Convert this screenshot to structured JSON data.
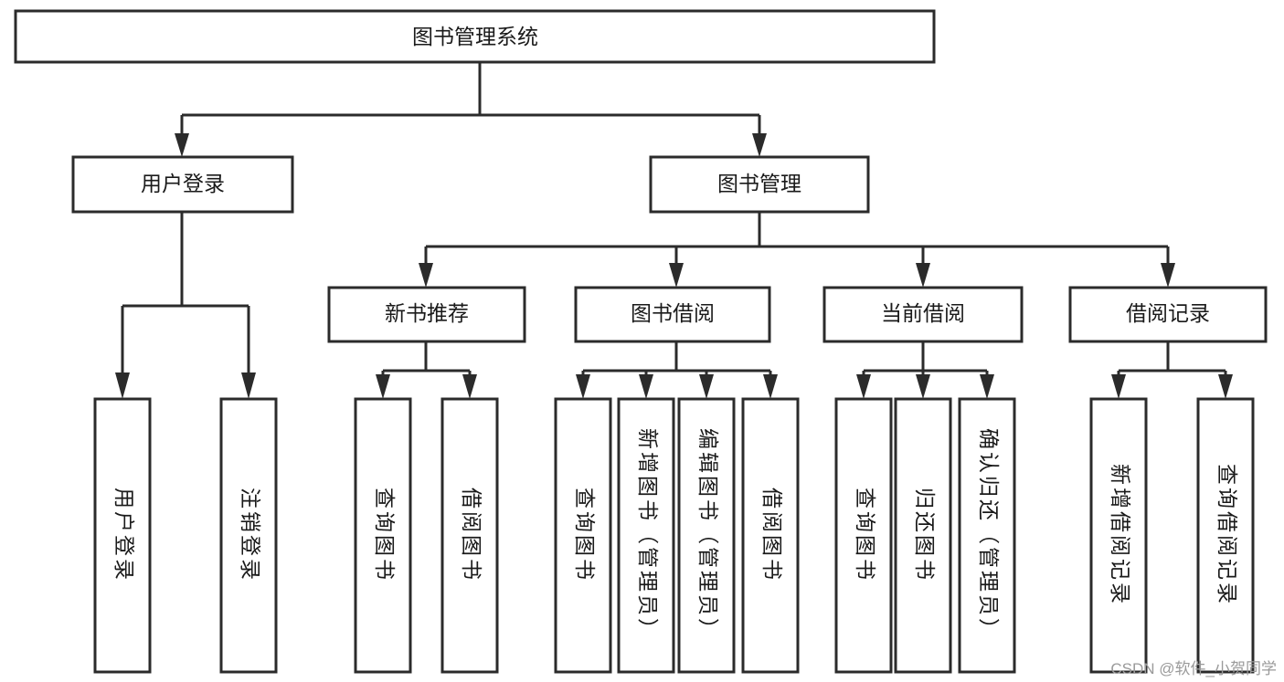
{
  "diagram": {
    "type": "hierarchy-tree",
    "title": "图书管理系统",
    "levels": 4,
    "root": {
      "id": "root",
      "label": "图书管理系统",
      "orientation": "horizontal"
    },
    "level1": [
      {
        "id": "user-login",
        "label": "用户登录",
        "orientation": "horizontal"
      },
      {
        "id": "book-manage",
        "label": "图书管理",
        "orientation": "horizontal"
      }
    ],
    "level2": [
      {
        "id": "new-book-recommend",
        "label": "新书推荐",
        "orientation": "horizontal",
        "parent": "book-manage"
      },
      {
        "id": "book-borrow",
        "label": "图书借阅",
        "orientation": "horizontal",
        "parent": "book-manage"
      },
      {
        "id": "current-borrow",
        "label": "当前借阅",
        "orientation": "horizontal",
        "parent": "book-manage"
      },
      {
        "id": "borrow-record",
        "label": "借阅记录",
        "orientation": "horizontal",
        "parent": "book-manage"
      }
    ],
    "leaves": [
      {
        "id": "leaf-user-login",
        "label": "用户登录",
        "orientation": "vertical",
        "parent": "user-login"
      },
      {
        "id": "leaf-user-logout",
        "label": "注销登录",
        "orientation": "vertical",
        "parent": "user-login"
      },
      {
        "id": "leaf-query-book-1",
        "label": "查询图书",
        "orientation": "vertical",
        "parent": "new-book-recommend"
      },
      {
        "id": "leaf-borrow-book-1",
        "label": "借阅图书",
        "orientation": "vertical",
        "parent": "new-book-recommend"
      },
      {
        "id": "leaf-query-book-2",
        "label": "查询图书",
        "orientation": "vertical",
        "parent": "book-borrow"
      },
      {
        "id": "leaf-add-book",
        "label": "新增图书（管理员）",
        "orientation": "vertical",
        "parent": "book-borrow"
      },
      {
        "id": "leaf-edit-book",
        "label": "编辑图书（管理员）",
        "orientation": "vertical",
        "parent": "book-borrow"
      },
      {
        "id": "leaf-borrow-book-2",
        "label": "借阅图书",
        "orientation": "vertical",
        "parent": "book-borrow"
      },
      {
        "id": "leaf-query-book-3",
        "label": "查询图书",
        "orientation": "vertical",
        "parent": "current-borrow"
      },
      {
        "id": "leaf-return-book",
        "label": "归还图书",
        "orientation": "vertical",
        "parent": "current-borrow"
      },
      {
        "id": "leaf-confirm-return",
        "label": "确认归还（管理员）",
        "orientation": "vertical",
        "parent": "current-borrow"
      },
      {
        "id": "leaf-add-record",
        "label": "新增借阅记录",
        "orientation": "vertical",
        "parent": "borrow-record"
      },
      {
        "id": "leaf-query-record",
        "label": "查询借阅记录",
        "orientation": "vertical",
        "parent": "borrow-record"
      }
    ],
    "colors": {
      "box_stroke": "#2b2b2b",
      "box_fill": "#ffffff",
      "connector": "#2b2b2b",
      "text": "#1a1a1a",
      "background": "#ffffff",
      "watermark": "#9a9a9a"
    }
  },
  "watermark": {
    "text": "CSDN @软件_小贺同学"
  }
}
